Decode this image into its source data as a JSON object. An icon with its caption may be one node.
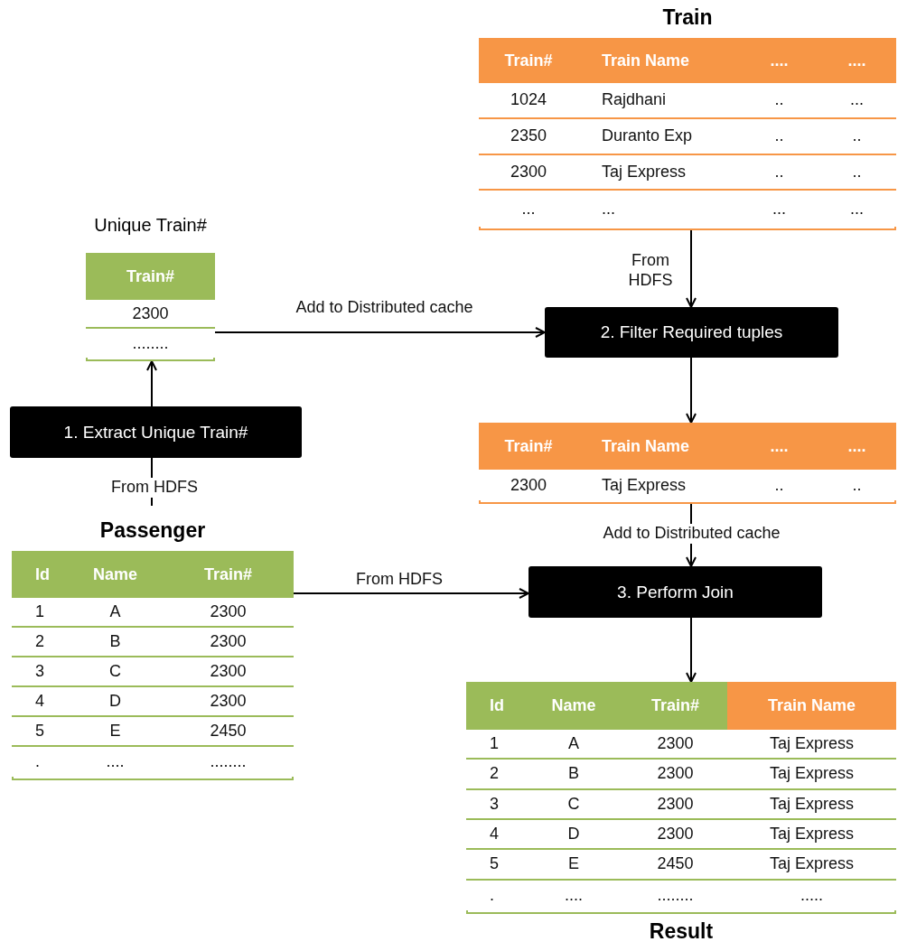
{
  "diagram": {
    "nodes": [
      {
        "text": [
          "Train",
          "Train#",
          "Train Name",
          "....",
          "....",
          "1024",
          "Rajdhani",
          "..",
          "...",
          "2350",
          "Duranto Exp",
          "..",
          "..",
          "2300",
          "Taj Express",
          "..",
          "..",
          "...",
          "...",
          "...",
          "..."
        ]
      },
      {
        "text": [
          "Unique Train#",
          "Train#",
          "2300",
          "........"
        ]
      },
      {
        "text": [
          "2. Filter Required tuples"
        ]
      },
      {
        "text": [
          "1. Extract Unique Train#"
        ]
      },
      {
        "text": [
          "Train#",
          "Train Name",
          "....",
          "....",
          "2300",
          "Taj Express",
          "..",
          ".."
        ]
      },
      {
        "text": [
          "Passenger",
          "Id",
          "Name",
          "Train#",
          "1",
          "A",
          "2300",
          "2",
          "B",
          "2300",
          "3",
          "C",
          "2300",
          "4",
          "D",
          "2300",
          "5",
          "E",
          "2450",
          ".",
          "....",
          "........"
        ]
      },
      {
        "text": [
          "3. Perform Join"
        ]
      },
      {
        "text": [
          "Result",
          "Id",
          "Name",
          "Train#",
          "Train Name",
          "1",
          "A",
          "2300",
          "Taj Express",
          "2",
          "B",
          "2300",
          "Taj Express",
          "3",
          "C",
          "2300",
          "Taj Express",
          "4",
          "D",
          "2300",
          "Taj Express",
          "5",
          "E",
          "2450",
          "Taj Express",
          ".",
          "....",
          "........",
          "....."
        ]
      }
    ],
    "edges": [
      {
        "from": 0,
        "to": 2,
        "arrow": "to",
        "label": "From HDFS"
      },
      {
        "from": 1,
        "to": 2,
        "arrow": "to",
        "label": "Add to Distributed cache"
      },
      {
        "from": null,
        "to": 3,
        "arrow": "none",
        "label": "From HDFS"
      },
      {
        "from": 3,
        "to": 1,
        "arrow": "to"
      },
      {
        "from": 2,
        "to": 4,
        "arrow": "to"
      },
      {
        "from": 4,
        "to": 6,
        "arrow": "to",
        "label": "Add to Distributed cache"
      },
      {
        "from": 5,
        "to": 6,
        "arrow": "to",
        "label": "From HDFS"
      },
      {
        "from": 6,
        "to": 7,
        "arrow": "to"
      }
    ]
  }
}
